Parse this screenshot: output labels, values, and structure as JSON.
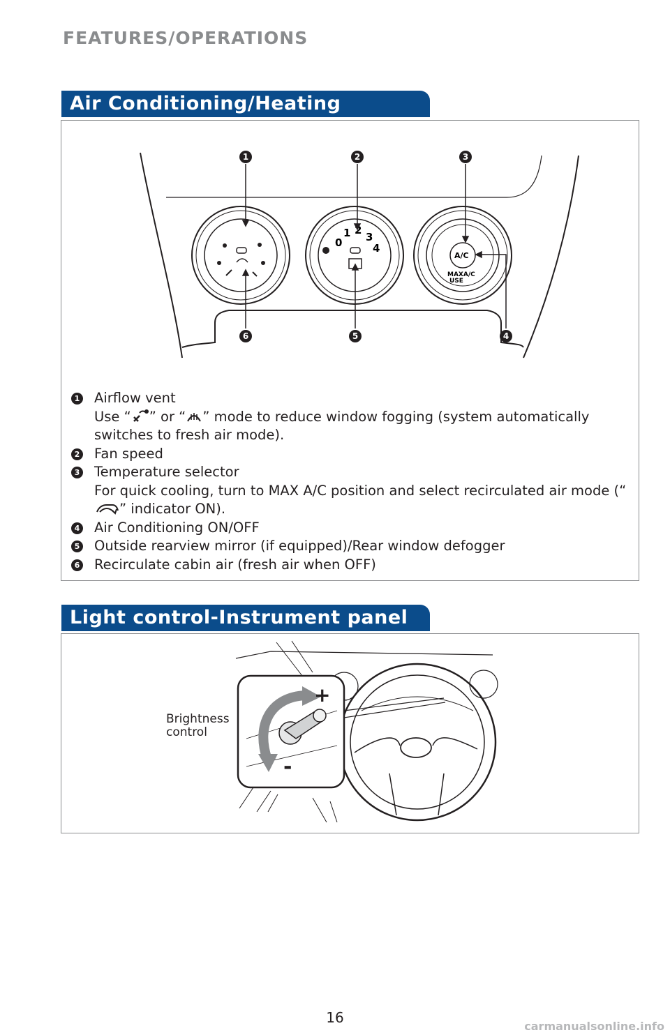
{
  "header": {
    "title": "FEATURES/OPERATIONS"
  },
  "sections": {
    "air": {
      "title": "Air Conditioning/Heating",
      "diagram": {
        "callouts": [
          "1",
          "2",
          "3",
          "4",
          "5",
          "6"
        ],
        "fan_dial_numbers": [
          "0",
          "1",
          "2",
          "3",
          "4"
        ],
        "ac_button": "A/C",
        "max_ac_label": "MAXA/C",
        "use_label": "USE"
      },
      "legend": [
        {
          "num": "1",
          "title": "Airflow vent",
          "desc_1": "Use “",
          "desc_2": "” or “",
          "desc_3": "” mode to reduce window fogging (system automatically switches to fresh air mode)."
        },
        {
          "num": "2",
          "title": "Fan speed"
        },
        {
          "num": "3",
          "title": "Temperature selector",
          "desc_1": "For quick cooling, turn to MAX A/C position and select recirculated air mode (“",
          "desc_2": "” indicator ON)."
        },
        {
          "num": "4",
          "title": "Air Conditioning ON/OFF"
        },
        {
          "num": "5",
          "title": "Outside rearview mirror (if equipped)/Rear window defogger"
        },
        {
          "num": "6",
          "title": "Recirculate cabin air (fresh air when OFF)"
        }
      ]
    },
    "light": {
      "title": "Light control-Instrument panel",
      "label_line1": "Brightness",
      "label_line2": "control",
      "plus": "+",
      "minus": "-"
    }
  },
  "footer": {
    "page_number": "16",
    "watermark": "carmanualsonline.info"
  }
}
